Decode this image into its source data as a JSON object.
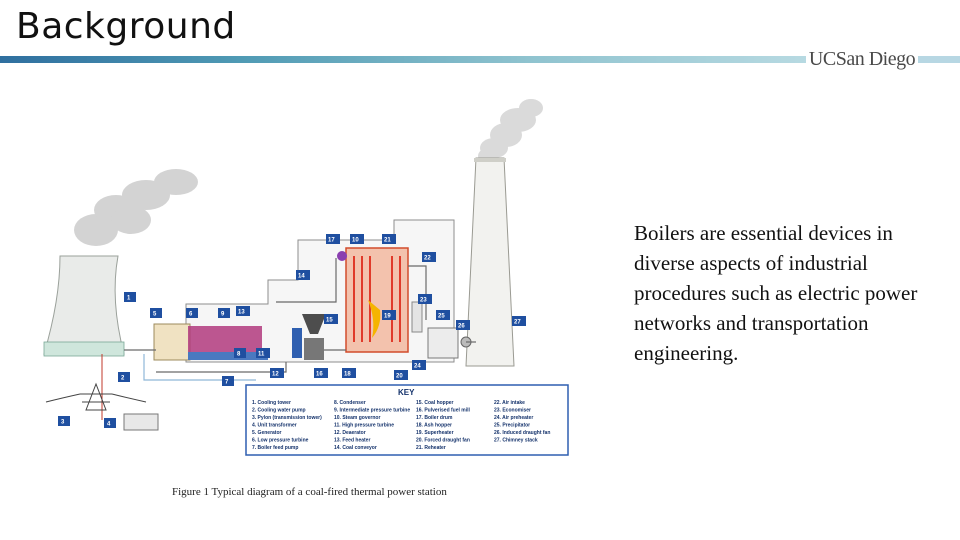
{
  "slide": {
    "title": "Background",
    "logo_text": "UCSan Diego"
  },
  "body_text": "Boilers are essential devices in diverse aspects of industrial procedures such as electric power networks and transportation engineering.",
  "figure": {
    "caption": "Figure 1 Typical diagram of a coal-fired thermal power station",
    "key": {
      "title": "KEY",
      "columns": [
        [
          "1. Cooling tower",
          "2. Cooling water pump",
          "3. Pylon (transmission tower)",
          "4. Unit transformer",
          "5. Generator",
          "6. Low pressure turbine",
          "7. Boiler feed pump"
        ],
        [
          "8. Condenser",
          "9. Intermediate pressure turbine",
          "10. Steam governor",
          "11. High pressure turbine",
          "12. Deaerator",
          "13. Feed heater",
          "14. Coal conveyor"
        ],
        [
          "15. Coal hopper",
          "16. Pulverised fuel mill",
          "17. Boiler drum",
          "18. Ash hopper",
          "19. Superheater",
          "20. Forced draught fan",
          "21. Reheater"
        ],
        [
          "22. Air intake",
          "23. Economiser",
          "24. Air preheater",
          "25. Precipitator",
          "26. Induced draught fan",
          "27. Chimney stack"
        ]
      ]
    },
    "markers": [
      "1",
      "2",
      "3",
      "4",
      "5",
      "6",
      "7",
      "8",
      "9",
      "10",
      "11",
      "12",
      "13",
      "14",
      "15",
      "16",
      "17",
      "18",
      "19",
      "20",
      "21",
      "22",
      "23",
      "24",
      "25",
      "26",
      "27"
    ]
  },
  "colors": {
    "title_bar_start": "#2f6f9f",
    "title_bar_end": "#cde6ec",
    "marker_blue": "#1f4fa0",
    "boiler_red": "#e03a2a",
    "key_border": "#2f5fb0"
  }
}
